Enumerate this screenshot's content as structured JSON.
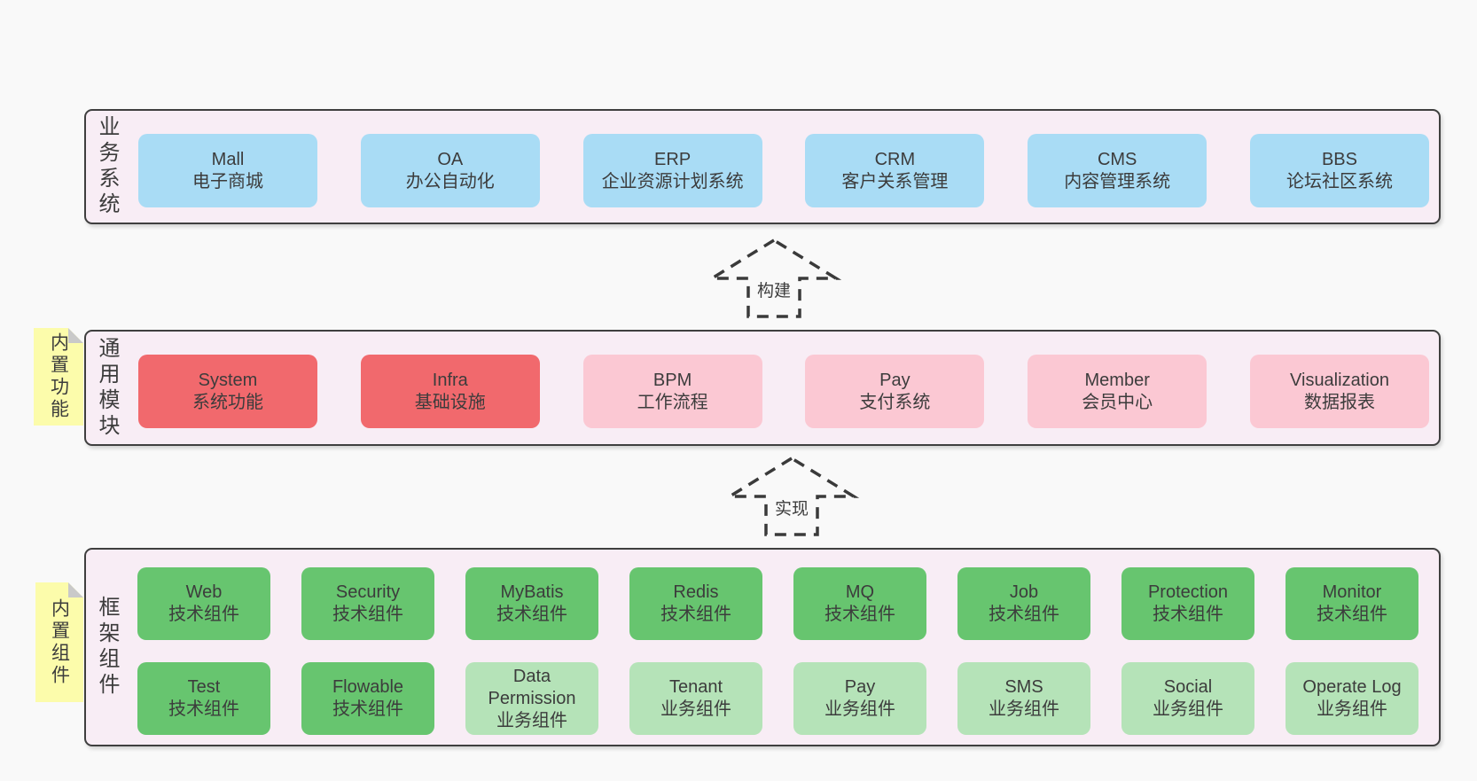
{
  "colors": {
    "page-bg": "#f9f9f9",
    "band-bg": "#f8edf5",
    "band-border": "#3f3f3f",
    "blue": "#a9dcf5",
    "red": "#f1696d",
    "pink": "#fbc8d3",
    "green": "#67c56f",
    "green-light": "#b5e3b8",
    "sticky": "#fcfcab",
    "sticky-fold": "#c9c9c9",
    "text": "#3c3c3c",
    "arrow-stroke": "#3a3a3a"
  },
  "layers": [
    {
      "id": "business-systems",
      "side_label": "业务系统",
      "sticky": null,
      "rows": [
        [
          {
            "name": "Mall",
            "sub": "电子商城",
            "variant": "blue"
          },
          {
            "name": "OA",
            "sub": "办公自动化",
            "variant": "blue"
          },
          {
            "name": "ERP",
            "sub": "企业资源计划系统",
            "variant": "blue"
          },
          {
            "name": "CRM",
            "sub": "客户关系管理",
            "variant": "blue"
          },
          {
            "name": "CMS",
            "sub": "内容管理系统",
            "variant": "blue"
          },
          {
            "name": "BBS",
            "sub": "论坛社区系统",
            "variant": "blue"
          }
        ]
      ]
    },
    {
      "id": "common-modules",
      "side_label": "通用模块",
      "sticky": "内置功能",
      "rows": [
        [
          {
            "name": "System",
            "sub": "系统功能",
            "variant": "red"
          },
          {
            "name": "Infra",
            "sub": "基础设施",
            "variant": "red"
          },
          {
            "name": "BPM",
            "sub": "工作流程",
            "variant": "pink"
          },
          {
            "name": "Pay",
            "sub": "支付系统",
            "variant": "pink"
          },
          {
            "name": "Member",
            "sub": "会员中心",
            "variant": "pink"
          },
          {
            "name": "Visualization",
            "sub": "数据报表",
            "variant": "pink"
          }
        ]
      ]
    },
    {
      "id": "framework-components",
      "side_label": "框架组件",
      "sticky": "内置组件",
      "rows": [
        [
          {
            "name": "Web",
            "sub": "技术组件",
            "variant": "green"
          },
          {
            "name": "Security",
            "sub": "技术组件",
            "variant": "green"
          },
          {
            "name": "MyBatis",
            "sub": "技术组件",
            "variant": "green"
          },
          {
            "name": "Redis",
            "sub": "技术组件",
            "variant": "green"
          },
          {
            "name": "MQ",
            "sub": "技术组件",
            "variant": "green"
          },
          {
            "name": "Job",
            "sub": "技术组件",
            "variant": "green"
          },
          {
            "name": "Protection",
            "sub": "技术组件",
            "variant": "green"
          },
          {
            "name": "Monitor",
            "sub": "技术组件",
            "variant": "green"
          }
        ],
        [
          {
            "name": "Test",
            "sub": "技术组件",
            "variant": "green"
          },
          {
            "name": "Flowable",
            "sub": "技术组件",
            "variant": "green"
          },
          {
            "name": "Data Permission",
            "sub": "业务组件",
            "variant": "green-light"
          },
          {
            "name": "Tenant",
            "sub": "业务组件",
            "variant": "green-light"
          },
          {
            "name": "Pay",
            "sub": "业务组件",
            "variant": "green-light"
          },
          {
            "name": "SMS",
            "sub": "业务组件",
            "variant": "green-light"
          },
          {
            "name": "Social",
            "sub": "业务组件",
            "variant": "green-light"
          },
          {
            "name": "Operate Log",
            "sub": "业务组件",
            "variant": "green-light"
          }
        ]
      ]
    }
  ],
  "arrows": [
    {
      "label": "构建"
    },
    {
      "label": "实现"
    }
  ]
}
